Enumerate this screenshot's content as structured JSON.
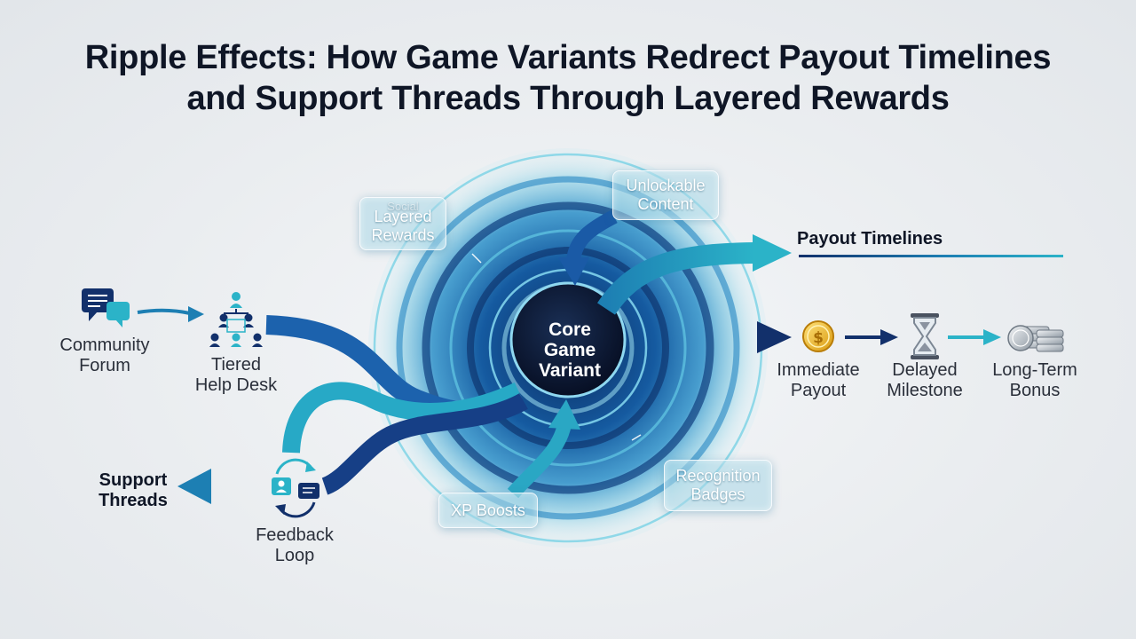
{
  "title": {
    "line1": "Ripple Effects: How Game Variants Redrect Payout Timelines",
    "line2": "and Support Threads Through Layered Rewards"
  },
  "core": {
    "line1": "Core",
    "line2": "Game",
    "line3": "Variant"
  },
  "reward_boxes": {
    "layered": {
      "faint": "Social",
      "line1": "Layered",
      "line2": "Rewards"
    },
    "unlockable": {
      "line1": "Unlockable",
      "line2": "Content"
    },
    "xp": {
      "line1": "XP Boosts"
    },
    "recognition": {
      "line1": "Recognition",
      "line2": "Badges"
    }
  },
  "support": {
    "heading": {
      "line1": "Support",
      "line2": "Threads"
    },
    "community_forum": {
      "line1": "Community",
      "line2": "Forum",
      "icon": "chat-bubbles-icon"
    },
    "tiered_help_desk": {
      "line1": "Tiered",
      "line2": "Help Desk",
      "icon": "org-chart-icon"
    },
    "feedback_loop": {
      "line1": "Feedback",
      "line2": "Loop",
      "icon": "feedback-cycle-icon"
    }
  },
  "payout": {
    "heading": "Payout Timelines",
    "immediate": {
      "line1": "Immediate",
      "line2": "Payout",
      "icon": "gold-coin-icon"
    },
    "delayed": {
      "line1": "Delayed",
      "line2": "Milestone",
      "icon": "hourglass-icon"
    },
    "long_term": {
      "line1": "Long-Term",
      "line2": "Bonus",
      "icon": "coin-stacks-icon"
    }
  },
  "colors": {
    "navy": "#12306b",
    "deep_blue": "#1c5fa8",
    "teal": "#2bb3c8",
    "core_dark": "#0a1a38"
  }
}
